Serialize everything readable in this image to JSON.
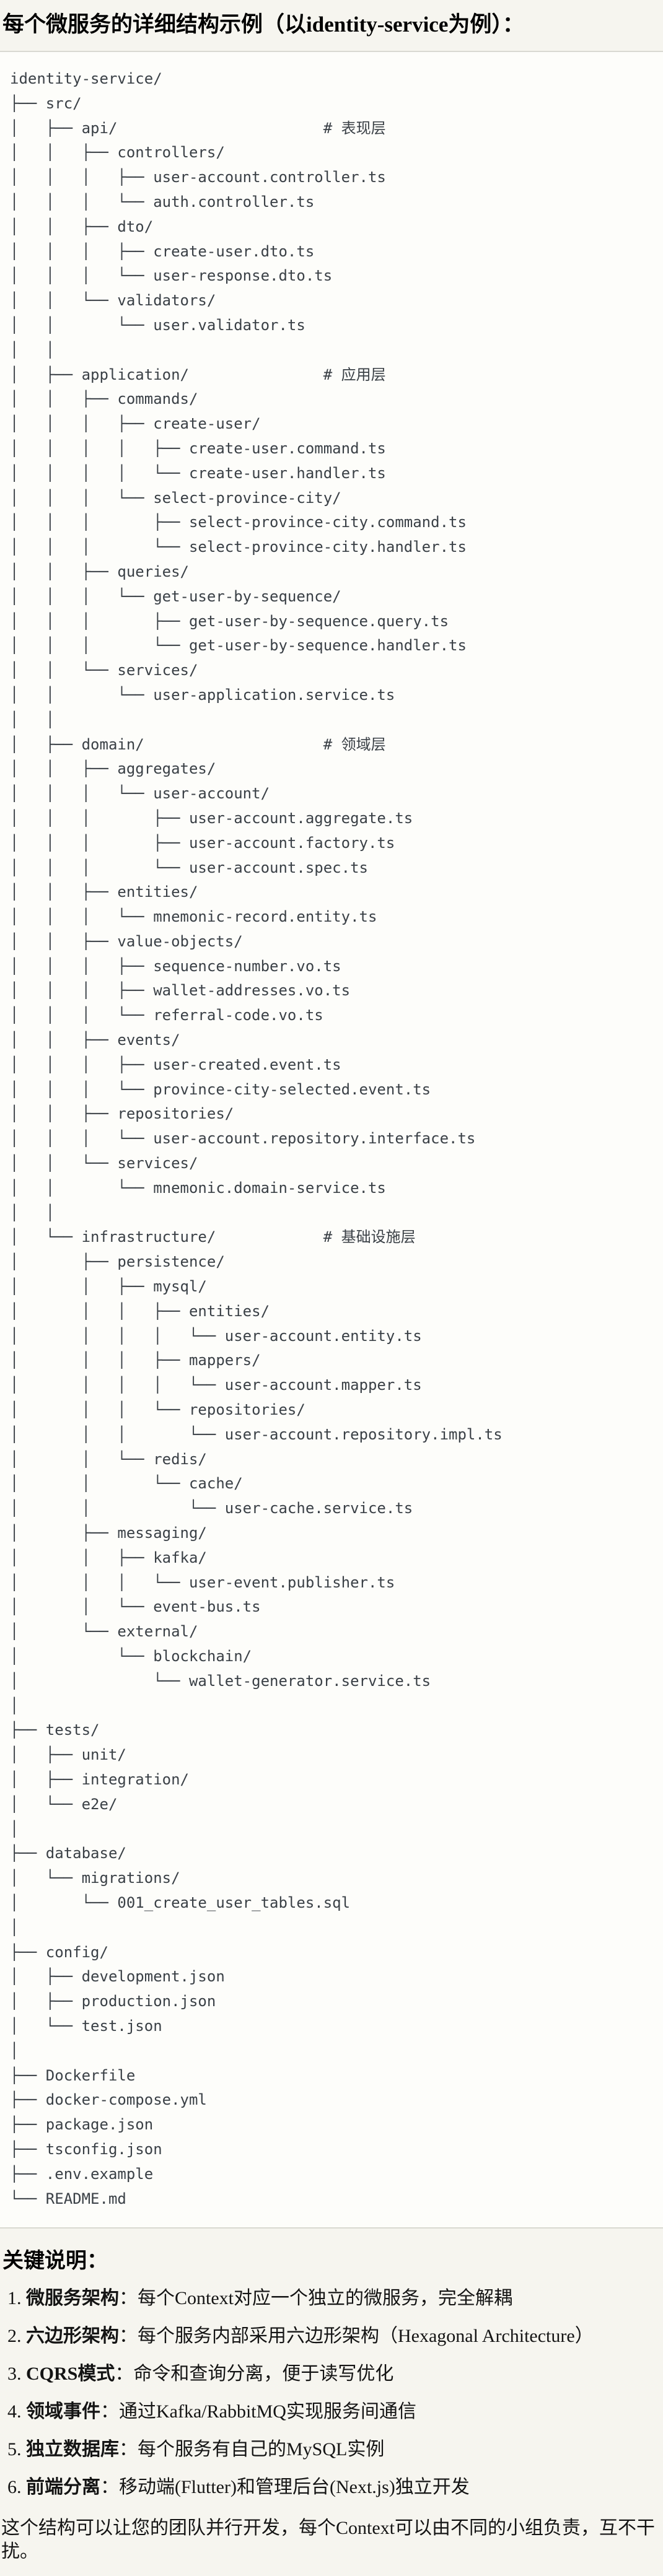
{
  "title": "每个微服务的详细结构示例（以identity-service为例）：",
  "colors": {
    "page_bg": "#f6f5ef",
    "code_bg": "#fdfdfa",
    "divider": "#d9d9d1",
    "code_text": "#3a4046",
    "body_text": "#141414"
  },
  "tree": {
    "lines": [
      "identity-service/",
      "├── src/",
      "│   ├── api/                       # 表现层",
      "│   │   ├── controllers/",
      "│   │   │   ├── user-account.controller.ts",
      "│   │   │   └── auth.controller.ts",
      "│   │   ├── dto/",
      "│   │   │   ├── create-user.dto.ts",
      "│   │   │   └── user-response.dto.ts",
      "│   │   └── validators/",
      "│   │       └── user.validator.ts",
      "│   │",
      "│   ├── application/               # 应用层",
      "│   │   ├── commands/",
      "│   │   │   ├── create-user/",
      "│   │   │   │   ├── create-user.command.ts",
      "│   │   │   │   └── create-user.handler.ts",
      "│   │   │   └── select-province-city/",
      "│   │   │       ├── select-province-city.command.ts",
      "│   │   │       └── select-province-city.handler.ts",
      "│   │   ├── queries/",
      "│   │   │   └── get-user-by-sequence/",
      "│   │   │       ├── get-user-by-sequence.query.ts",
      "│   │   │       └── get-user-by-sequence.handler.ts",
      "│   │   └── services/",
      "│   │       └── user-application.service.ts",
      "│   │",
      "│   ├── domain/                    # 领域层",
      "│   │   ├── aggregates/",
      "│   │   │   └── user-account/",
      "│   │   │       ├── user-account.aggregate.ts",
      "│   │   │       ├── user-account.factory.ts",
      "│   │   │       └── user-account.spec.ts",
      "│   │   ├── entities/",
      "│   │   │   └── mnemonic-record.entity.ts",
      "│   │   ├── value-objects/",
      "│   │   │   ├── sequence-number.vo.ts",
      "│   │   │   ├── wallet-addresses.vo.ts",
      "│   │   │   └── referral-code.vo.ts",
      "│   │   ├── events/",
      "│   │   │   ├── user-created.event.ts",
      "│   │   │   └── province-city-selected.event.ts",
      "│   │   ├── repositories/",
      "│   │   │   └── user-account.repository.interface.ts",
      "│   │   └── services/",
      "│   │       └── mnemonic.domain-service.ts",
      "│   │",
      "│   └── infrastructure/            # 基础设施层",
      "│       ├── persistence/",
      "│       │   ├── mysql/",
      "│       │   │   ├── entities/",
      "│       │   │   │   └── user-account.entity.ts",
      "│       │   │   ├── mappers/",
      "│       │   │   │   └── user-account.mapper.ts",
      "│       │   │   └── repositories/",
      "│       │   │       └── user-account.repository.impl.ts",
      "│       │   └── redis/",
      "│       │       └── cache/",
      "│       │           └── user-cache.service.ts",
      "│       ├── messaging/",
      "│       │   ├── kafka/",
      "│       │   │   └── user-event.publisher.ts",
      "│       │   └── event-bus.ts",
      "│       └── external/",
      "│           └── blockchain/",
      "│               └── wallet-generator.service.ts",
      "│",
      "├── tests/",
      "│   ├── unit/",
      "│   ├── integration/",
      "│   └── e2e/",
      "│",
      "├── database/",
      "│   └── migrations/",
      "│       └── 001_create_user_tables.sql",
      "│",
      "├── config/",
      "│   ├── development.json",
      "│   ├── production.json",
      "│   └── test.json",
      "│",
      "├── Dockerfile",
      "├── docker-compose.yml",
      "├── package.json",
      "├── tsconfig.json",
      "├── .env.example",
      "└── README.md"
    ]
  },
  "notes": {
    "heading": "关键说明：",
    "items": [
      {
        "num": "1.",
        "term": "微服务架构",
        "desc": "：每个Context对应一个独立的微服务，完全解耦"
      },
      {
        "num": "2.",
        "term": "六边形架构",
        "desc": "：每个服务内部采用六边形架构（Hexagonal Architecture）"
      },
      {
        "num": "3.",
        "term": "CQRS模式",
        "desc": "：命令和查询分离，便于读写优化"
      },
      {
        "num": "4.",
        "term": "领域事件",
        "desc": "：通过Kafka/RabbitMQ实现服务间通信"
      },
      {
        "num": "5.",
        "term": "独立数据库",
        "desc": "：每个服务有自己的MySQL实例"
      },
      {
        "num": "6.",
        "term": "前端分离",
        "desc": "：移动端(Flutter)和管理后台(Next.js)独立开发"
      }
    ]
  },
  "closing": "这个结构可以让您的团队并行开发，每个Context可以由不同的小组负责，互不干扰。"
}
